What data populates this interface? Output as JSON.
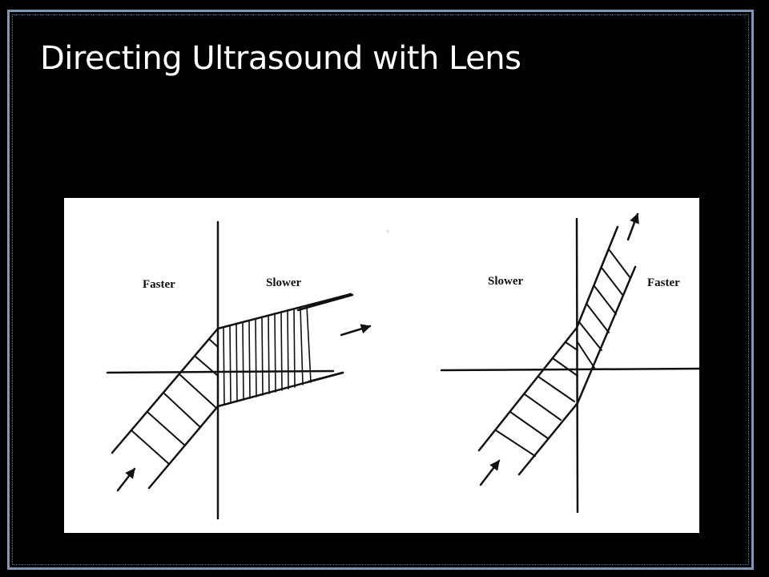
{
  "slide": {
    "title": "Directing Ultrasound with Lens",
    "frame_color": "#7e95b6",
    "background_color": "#000000"
  },
  "figure": {
    "left_panel": {
      "left_label": "Faster",
      "right_label": "Slower"
    },
    "right_panel": {
      "left_label": "Slower",
      "right_label": "Faster"
    }
  }
}
